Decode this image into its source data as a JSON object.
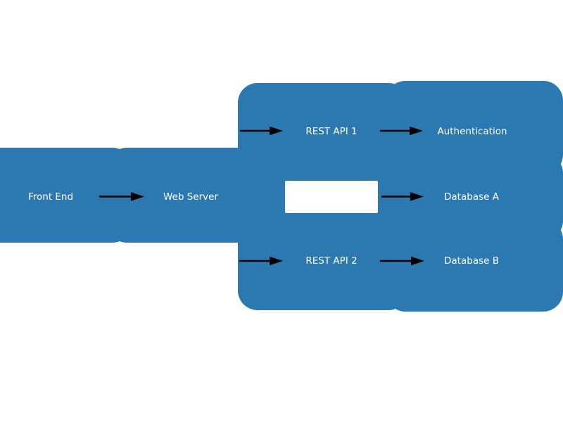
{
  "diagram": {
    "background_color": "#ffffff",
    "colors": {
      "zone_fill": "#2c79b2",
      "label_text": "#ffffff",
      "arrow": "#000000",
      "blank_node_fill": "#ffffff"
    },
    "nodes": [
      {
        "id": "front-end",
        "label": "Front End"
      },
      {
        "id": "web-server",
        "label": "Web Server"
      },
      {
        "id": "rest-api-1",
        "label": "REST API 1"
      },
      {
        "id": "authentication",
        "label": "Authentication"
      },
      {
        "id": "database-a",
        "label": "Database A"
      },
      {
        "id": "rest-api-2",
        "label": "REST API 2"
      },
      {
        "id": "database-b",
        "label": "Database B"
      },
      {
        "id": "blank-node",
        "label": ""
      }
    ],
    "edges": [
      {
        "from": "Front End",
        "to": "Web Server"
      },
      {
        "from": "Web Server",
        "to": "REST API 1"
      },
      {
        "from": "REST API 1",
        "to": "Authentication"
      },
      {
        "from": "blank-node",
        "to": "Database A"
      },
      {
        "from": "Web Server",
        "to": "REST API 2"
      },
      {
        "from": "REST API 2",
        "to": "Database B"
      }
    ]
  }
}
